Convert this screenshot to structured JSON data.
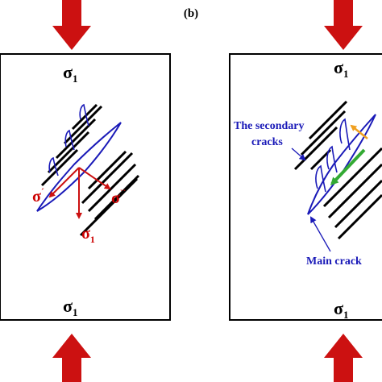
{
  "panel_label_b": "(b)",
  "left_panel": {
    "top_sigma": "σ",
    "top_sigma_sub": "1",
    "bottom_sigma": "σ",
    "bottom_sigma_sub": "1",
    "red_sigma1": "σ",
    "red_sigma1_sub": "1",
    "red_sigma_prime": "σ",
    "red_sigma_prime_mark": "´",
    "red_sigma_dprime": "σ",
    "red_sigma_dprime_mark": "``"
  },
  "right_panel": {
    "top_sigma": "σ",
    "top_sigma_sub": "1",
    "bottom_sigma": "σ",
    "bottom_sigma_sub": "1",
    "secondary_line1": "The secondary",
    "secondary_line2": "cracks",
    "main_crack": "Main crack"
  },
  "colors": {
    "load_arrow": "#cc1111",
    "crack": "#1a1ab8",
    "stress_arrow": "#cc1111",
    "green_arrow": "#33aa33",
    "orange_arrow": "#f0a020"
  }
}
